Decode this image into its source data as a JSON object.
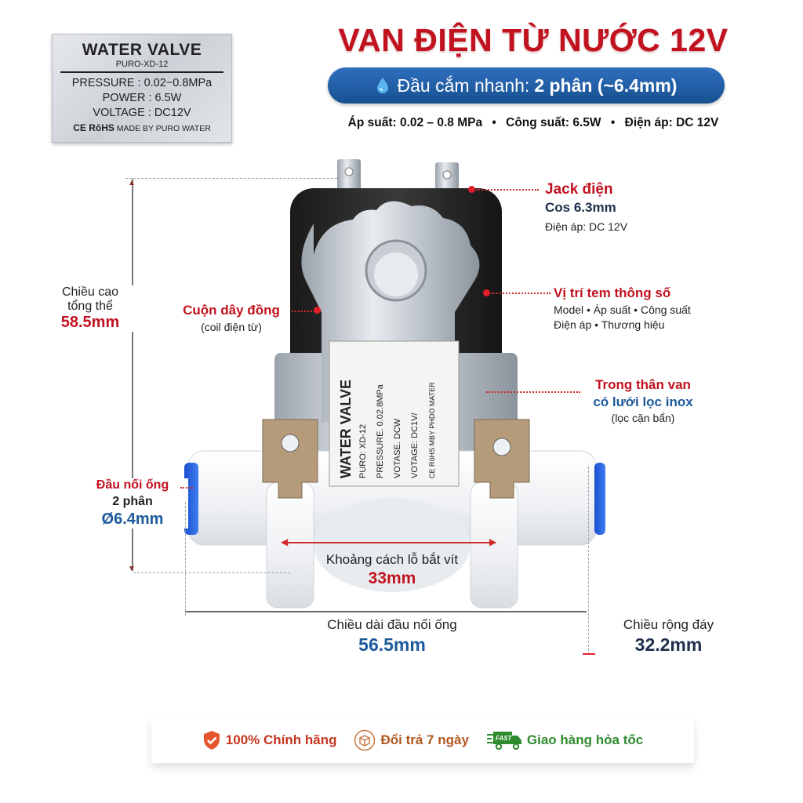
{
  "nameplate": {
    "title": "WATER VALVE",
    "model": "PURO-XD-12",
    "pressure": "PRESSURE : 0.02−0.8MPa",
    "power": "POWER : 6.5W",
    "voltage": "VOLTAGE : DC12V",
    "cert": "CE RōHS",
    "maker": "MADE BY PURO WATER"
  },
  "header": {
    "title": "VAN ĐIỆN TỪ NƯỚC 12V",
    "pill_prefix": "Đầu cắm nhanh:",
    "pill_value": "2 phân (~6.4mm)",
    "specs": [
      "Áp suất: 0.02 – 0.8 MPa",
      "Công suất: 6.5W",
      "Điện áp: DC 12V"
    ],
    "spec_separator": "•"
  },
  "product_label": {
    "title": "WATER VALVE",
    "model": "PURO: XD-12",
    "line1": "PRESSURE. 0.02.8MPa",
    "line2": "VOTASE. DCW",
    "line3": "VOTAGE: DC1V/",
    "line4": "CE RōHS MBY PHDO MATER"
  },
  "annotations": {
    "jack": {
      "title": "Jack điện",
      "sub": "Cos 6.3mm",
      "note": "Điện áp: DC 12V"
    },
    "label_position": {
      "title": "Vị trí tem thông số",
      "line1": "Model • Áp suất • Công suất",
      "line2": "Điện áp • Thương hiệu"
    },
    "filter": {
      "title": "Trong thân van",
      "sub": "có lưới lọc inox",
      "note": "(lọc cặn bẩn)"
    },
    "coil": {
      "title": "Cuộn dây đồng",
      "note": "(coil điện từ)"
    },
    "height": {
      "line1": "Chiều cao",
      "line2": "tổng thể",
      "value": "58.5mm"
    },
    "pipe": {
      "title": "Đầu nối ống",
      "sub": "2 phân",
      "value": "Ø6.4mm"
    },
    "screw_gap": {
      "title": "Khoảng cách lỗ bắt vít",
      "value": "33mm"
    },
    "length": {
      "title": "Chiều dài đầu nối ống",
      "value": "56.5mm"
    },
    "width": {
      "title": "Chiều rộng đáy",
      "value": "32.2mm"
    }
  },
  "badges": [
    {
      "icon": "shield-check-icon",
      "label": "100% Chính hãng",
      "color": "#c4351f"
    },
    {
      "icon": "box-return-icon",
      "label": "Đổi trả 7 ngày",
      "color": "#b0561f"
    },
    {
      "icon": "fast-truck-icon",
      "label": "Giao hàng hỏa tốc",
      "color": "#2e8b2e",
      "icon_text": "FAST"
    }
  ],
  "colors": {
    "accent_red": "#c1121f",
    "accent_blue": "#1c5a9c",
    "pill_blue": "#1f5ea8"
  }
}
